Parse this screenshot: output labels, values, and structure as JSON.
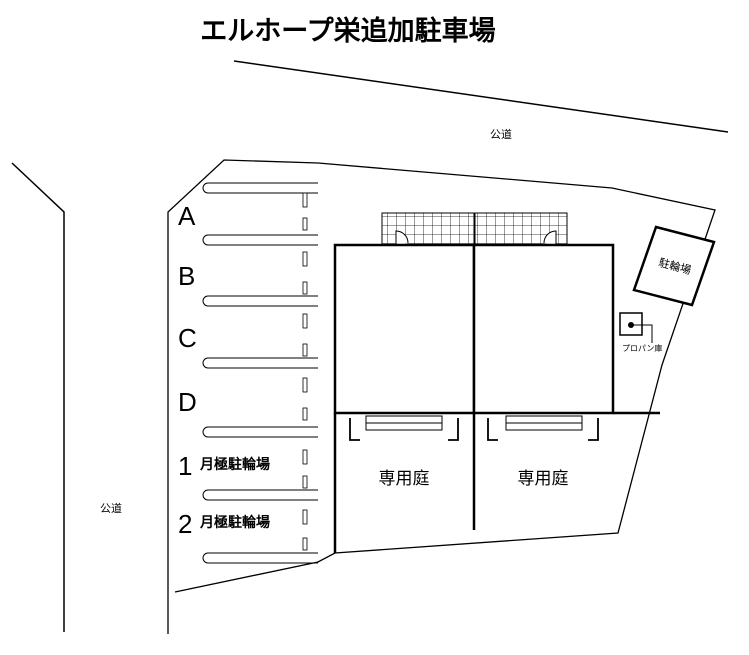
{
  "title": "エルホープ栄追加駐車場",
  "roads": {
    "top": "公道",
    "left": "公道"
  },
  "parking_slots": [
    "A",
    "B",
    "C",
    "D"
  ],
  "monthly_bike": [
    {
      "number": "1",
      "label": "月極駐輪場"
    },
    {
      "number": "2",
      "label": "月極駐輪場"
    }
  ],
  "gardens": [
    "専用庭",
    "専用庭"
  ],
  "bike_parking": "駐輪場",
  "propane": "プロパン庫"
}
